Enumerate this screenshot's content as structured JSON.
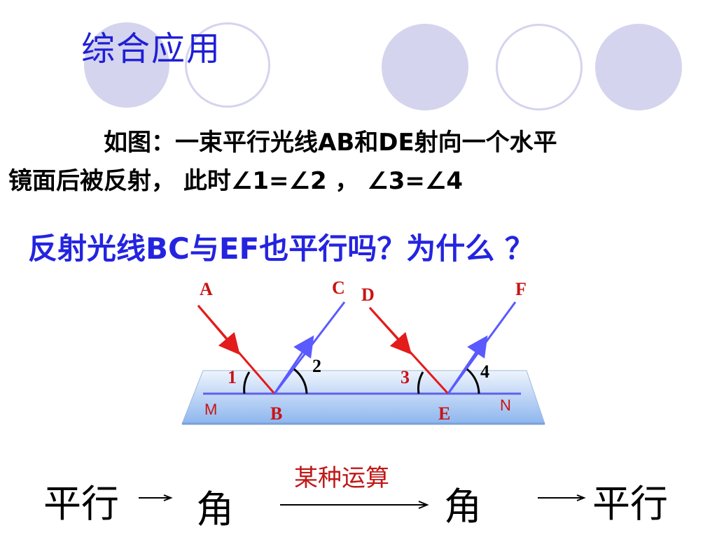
{
  "slide": {
    "title": "综合应用",
    "paragraph_line1": "如图：一束平行光线AB和DE射向一个水平",
    "paragraph_line2": "镜面后被反射，   此时∠1=∠2 ，  ∠3=∠4",
    "question": "反射光线BC与EF也平行吗？为什么 ？"
  },
  "diagram": {
    "labels": {
      "A": "A",
      "B": "B",
      "C": "C",
      "D": "D",
      "E": "E",
      "F": "F",
      "M": "M",
      "N": "N",
      "angle1": "1",
      "angle2": "2",
      "angle3": "3",
      "angle4": "4"
    },
    "colors": {
      "incident_ray": "#e31b1b",
      "reflected_ray": "#5a5aff",
      "mirror_line": "#6060e8",
      "mirror_top": "#e6effc",
      "mirror_bottom": "#8db6ee",
      "point_label": "#c81414"
    }
  },
  "flow": {
    "left_parallel": "平行",
    "left_angle": "角",
    "operation_label": "某种运算",
    "right_angle": "角",
    "right_parallel": "平行"
  },
  "theme": {
    "circle_color": "#d4d4ee",
    "title_color": "#1f1fd6",
    "question_color": "#2424e0"
  }
}
